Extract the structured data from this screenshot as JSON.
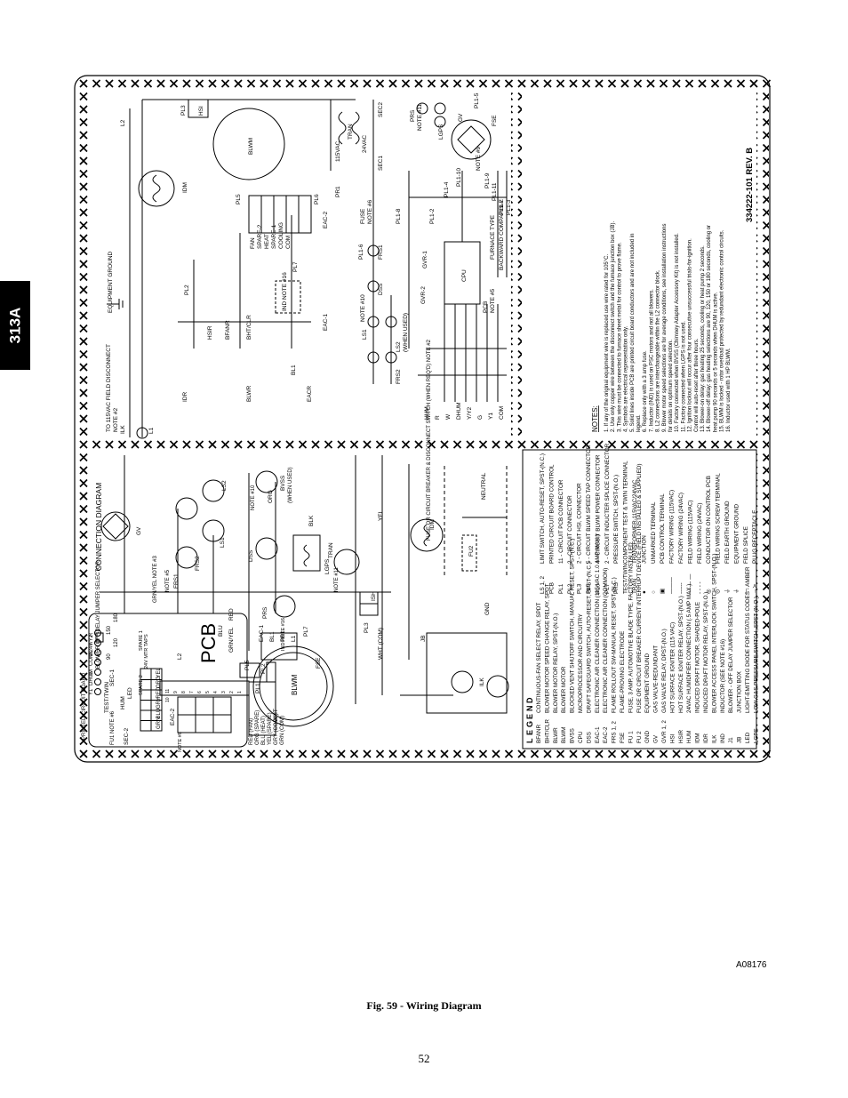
{
  "section_tab": "313A",
  "figure_code": "A08176",
  "caption": "Fig. 59 - Wiring Diagram",
  "page_number": "52",
  "diagram": {
    "part_number": "334222-101 REV. B",
    "schematic": {
      "equipment_ground": "EQUIPMENT GROUND",
      "field_disconnect": "TO 115VAC FIELD DISCONNECT",
      "note2": "NOTE #2",
      "labels": {
        "idm": "IDM",
        "hsi": "HSI",
        "pl3": "PL3",
        "blwm": "BLWM",
        "pl5": "PL5",
        "pl6": "PL6",
        "pl2": "PL2",
        "hsir": "HSIR",
        "bfanr": "BFANR",
        "bhtclr": "BHT/CLR",
        "blwr": "BLWR",
        "idr": "IDR",
        "eacr": "EACR",
        "eac1": "EAC-1",
        "eac2": "EAC-2",
        "bl1": "BL1",
        "ilk": "ILK",
        "l1": "L1",
        "l2": "L2",
        "fan": "FAN",
        "spare2": "SPARE-2",
        "heat": "HEAT",
        "spare1": "SPARE-1",
        "cooling": "COOLING",
        "com": "COM",
        "pl7": "PL7",
        "ind_note16": "IND NOTE #16",
        "pr1": "PR1",
        "vac115": "115VAC",
        "tran": "TRAN",
        "vac24": "24VAC",
        "sec1": "SEC1",
        "sec2": "SEC2",
        "fuse": "FUSE",
        "note6": "NOTE #6",
        "pl18": "PL1-8",
        "pl12": "PL1-2",
        "pl16": "PL1-6",
        "frs1": "FRS1",
        "frs2": "FRS2",
        "dss": "DSS",
        "ls1": "LS1",
        "ls2": "LS2",
        "when_used": "(WHEN USED)",
        "note10": "NOTE #10",
        "gvr1": "GVR-1",
        "gvr2": "GVR-2",
        "cpu": "CPU",
        "pcb": "PCB",
        "note5": "NOTE #5",
        "furnace_type": "FURNACE TYPE",
        "backward_compat": "BACKWARD COMPATIBLE",
        "prs": "PRS",
        "note11": "NOTE #11",
        "lgps": "LGPS",
        "gv": "GV",
        "fse": "FSE",
        "note9": "NOTE #9",
        "pl14": "PL1-4",
        "pl110": "PL1-10",
        "pl19": "PL1-9",
        "pl111": "PL1-11",
        "pl17": "PL1-7",
        "pl13": "PL1-3",
        "pl15": "PL1-5",
        "thermostat": [
          "HUM",
          "R",
          "W",
          "DHUM",
          "Y/Y2",
          "G",
          "Y1",
          "COM"
        ]
      }
    },
    "notes": {
      "title": "NOTES:",
      "items": [
        "1. If any of the original equipment wire is replaced use wire rated for 105°C.",
        "2. Use only copper wire between the disconnect switch and the furnace junction box (JB).",
        "3. This wire must be connected to furnace sheet metal for control to prove flame.",
        "4. Symbols are electrical representation only.",
        "5. Solid lines inside PCB are printed circuit board conductors and are not included in legend.",
        "6. Replace only with a 3 amp fuse.",
        "7. Inductor (IND) is used on PSC motors and not all blowers.",
        "8. L2 connections are interchangeable within the L2 connector block.",
        "9. Blower motor speed selections are for average conditions, see installation instructions for details on optimum speed selection.",
        "10. Factory connected when BVSS (Chimney Adapter Accessory Kit) is not installed.",
        "11. Factory connected when LGPS is not used.",
        "12. Ignition lockout will occur after four consecutive unsuccessful trials-for-ignition. Control will auto-reset after three hours.",
        "13. Blower-on delay: gas heating 25 seconds, cooling or heat pump 2 seconds.",
        "14. Blower-off delay: gas heating selections are 90, 120, 150 or 180 seconds, cooling or heat pump 90 seconds or 5 seconds when DHUM is active.",
        "15. BLWM is locked - rotor overload protected by redundant electronic control circuits.",
        "16. Inductor used with 1 HP BLWM."
      ]
    },
    "connection": {
      "title": "CONNECTION DIAGRAM",
      "pcb_title": "PCB",
      "printed_circuit_board": "PRINTED CIRCUIT BOARD",
      "jumper_selector": "BLOWER OFF-DELAY JUMPER SELECTOR",
      "delays": [
        "90",
        "120",
        "150",
        "180"
      ],
      "test_twin": "TEST/TWIN",
      "hum": "HUM",
      "thermostat_terms": [
        "Y1",
        "DHUM",
        "G",
        "COM 24V",
        "W",
        "Y/Y2",
        "R"
      ],
      "fu1_note6": "FU1 NOTE #6",
      "sec1": "SEC-1",
      "sec2": "SEC-2",
      "led": "LED",
      "motor_taps": "24V MTR TAPS",
      "spare1": "SPARE 1",
      "spare2": "SPARE 2",
      "taps": [
        "GRN",
        "BLU",
        "GRY",
        "RED",
        "ORG",
        "YEL"
      ],
      "eac2": "EAC-2",
      "l2": "L2",
      "note8": "NOTE #8",
      "pl1": "PL1",
      "pl1_pins_top": [
        "11",
        "9",
        "8",
        "7",
        "6",
        "5",
        "4",
        "3",
        "2",
        "1"
      ],
      "pl1_pin10": "10",
      "blu": "BLU",
      "red": "RED",
      "grn_yel": "GRN/YEL",
      "eac1": "EAC-1",
      "bl1": "BL1",
      "pr1": "PR1",
      "l1": "L1",
      "pl5": "PL5",
      "pl2": "PL2",
      "pl7": "PL7",
      "ind_note16": "IND NOTE #16",
      "blwm": "BLWM",
      "fan_wires": [
        "RED (FAN)",
        "ORG (SPARE)",
        "BLU (HEAT)",
        "YEL (SPARE)",
        "GRY (COOL)",
        "GRN (COM)"
      ],
      "grn_yel2": "GRN/YEL",
      "wht": "WHT",
      "frs1": "FRS1",
      "frs2": "FRS2",
      "gv": "GV",
      "grnyel_note": "GRN/YEL NOTE #3",
      "note5": "NOTE #5",
      "ls1": "LS1",
      "ls2": "LS2",
      "dss": "DSS",
      "org": "ORG",
      "bvss": "BVSS",
      "when_used": "(WHEN USED)",
      "note10": "NOTE #10",
      "tran": "TRAN",
      "prs": "PRS",
      "lgps": "LGPS",
      "note11": "NOTE #11",
      "idm": "IDM",
      "blk": "BLK",
      "yel": "YEL",
      "fse": "FSE",
      "pl3": "PL3",
      "ish": "ISH",
      "wht_com": "WHT (COM)",
      "jb": "JB",
      "fu2": "FU2",
      "gnd": "GND",
      "ilk": "ILK",
      "neutral": "NEUTRAL",
      "fuse_breaker": "FUSE OR CIRCUIT BREAKER & DISCONNECT SWITCH (WHEN REQ'D) NOTE #2"
    },
    "legend": {
      "title": "LEGEND",
      "col1": [
        [
          "BFANR",
          "CONTINUOUS-FAN SELECT RELAY, SPDT"
        ],
        [
          "BHT/CLR",
          "BLOWER MOTOR SPEED CHANGE RELAY, SPDT"
        ],
        [
          "BLWR",
          "BLOWER MOTOR RELAY, SPST-(N.O.)"
        ],
        [
          "BLWM",
          "BLOWER MOTOR"
        ],
        [
          "BVSS",
          "BLOCKED VENT SHUTOFF SWITCH, MANUAL RESET, SPST-(N.C.)"
        ],
        [
          "CPU",
          "MICROPROCESSOR AND CIRCUITRY"
        ],
        [
          "DSS",
          "DRAFT SAFEGUARD SWITCH, AUTO-RESET, SPST-(N.C.)"
        ],
        [
          "EAC-1",
          "ELECTRONIC AIR CLEANER CONNECTION (115 VAC 1.0 AMP MAX.)"
        ],
        [
          "EAC-2",
          "ELECTRONIC AIR CLEANER CONNECTION (COMMON)"
        ],
        [
          "FRS 1, 2",
          "FLAME ROLLOUT SW-MANUAL RESET, SPST-(N.C.)"
        ],
        [
          "FSE",
          "FLAME-PROVING ELECTRODE"
        ],
        [
          "FU 1",
          "FUSE, 3 AMP, AUTOMOTIVE BLADE TYPE, FACTORY INSTALLED"
        ],
        [
          "FU 2",
          "FUSE OR CIRCUIT BREAKER CURRENT INTERRUPT DEVICE (FIELD INSTALLED & SUPPLIED)"
        ],
        [
          "GND",
          "EQUIPMENT GROUND"
        ],
        [
          "GV",
          "GAS VALVE-REDUNDANT"
        ],
        [
          "GVR 1, 2",
          "GAS VALVE RELAY, DPST-(N.O.)"
        ],
        [
          "HSI",
          "HOT SURFACE IGNITER (115 VAC)"
        ],
        [
          "HSIR",
          "HOT SURFACE IGNITER RELAY, SPST-(N.O.)"
        ],
        [
          "HUM",
          "24VAC HUMIDIFIER CONNECTION (.5 AMP MAX.)"
        ],
        [
          "IDM",
          "INDUCED DRAFT MOTOR, SHADED-POLE"
        ],
        [
          "IDR",
          "INDUCED DRAFT MOTOR RELAY, SPST-(N.O.)"
        ],
        [
          "ILK",
          "BLOWER ACCESS PANEL INTERLOCK SWITCH, SPST-(N.O.)"
        ],
        [
          "IND",
          "INDUCTOR (SEE NOTE #16)"
        ],
        [
          "J1",
          "BLOWER - OFF DELAY JUMPER SELECTOR"
        ],
        [
          "JB",
          "JUNCTION BOX"
        ],
        [
          "LED",
          "LIGHT-EMITTING DIODE FOR STATUS CODES - AMBER"
        ],
        [
          "LGPS",
          "LOW GAS PRESSURE SWITCH, SPST-(N.O.)"
        ]
      ],
      "col2": [
        [
          "LS 1, 2",
          "LIMIT SWITCH, AUTO-RESET, SPST-(N.C.)"
        ],
        [
          "PCB",
          "PRINTED CIRCUIT BOARD CONTROL"
        ],
        [
          "PL1",
          "11 - CIRCUIT PCB CONNECTOR"
        ],
        [
          "PL2",
          "2 - CIRCUIT CONNECTOR"
        ],
        [
          "PL3",
          "2 - CIRCUIT HSI, CONNECTOR"
        ],
        [
          "PL5",
          "5 - CIRCUIT BLWM SPEED TAP CONNECTOR"
        ],
        [
          "PL6",
          "4 - CIRCUIT BLWM POWER CONNECTOR"
        ],
        [
          "PL7",
          "2 - CIRCUIT INDUCTER SPLICE CONNECTOR"
        ],
        [
          "PRS",
          "PRESSURE SWITCH, SPST-(N.O.)"
        ],
        [
          "TEST/TWIN",
          "COMPONENT TEST & TWIN TERMINAL"
        ],
        [
          "TRAN",
          "TRANSFORMER-115VAC/24VAC"
        ],
        [
          "●",
          "JUNCTION"
        ],
        [
          "○",
          "UNMARKED TERMINAL"
        ],
        [
          "▣",
          "PCB CONTROL TERMINAL"
        ],
        [
          "———",
          "FACTORY WIRING (115VAC)"
        ],
        [
          "------",
          "FACTORY WIRING (24VAC)"
        ],
        [
          "— — —",
          "FIELD WIRING (115VAC)"
        ],
        [
          "- - - -",
          "FIELD WIRING (24VAC)"
        ],
        [
          "◎",
          "CONDUCTOR ON CONTROL PCB"
        ],
        [
          "⊙",
          "FIELD WIRING SCREW TERMINAL"
        ],
        [
          "⏚",
          "FIELD EARTH GROUND"
        ],
        [
          "⏚",
          "EQUIPMENT GROUND"
        ],
        [
          "—",
          "FIELD SPLICE"
        ],
        [
          "→≻",
          "PLUG RECEPTACLE"
        ]
      ]
    }
  }
}
